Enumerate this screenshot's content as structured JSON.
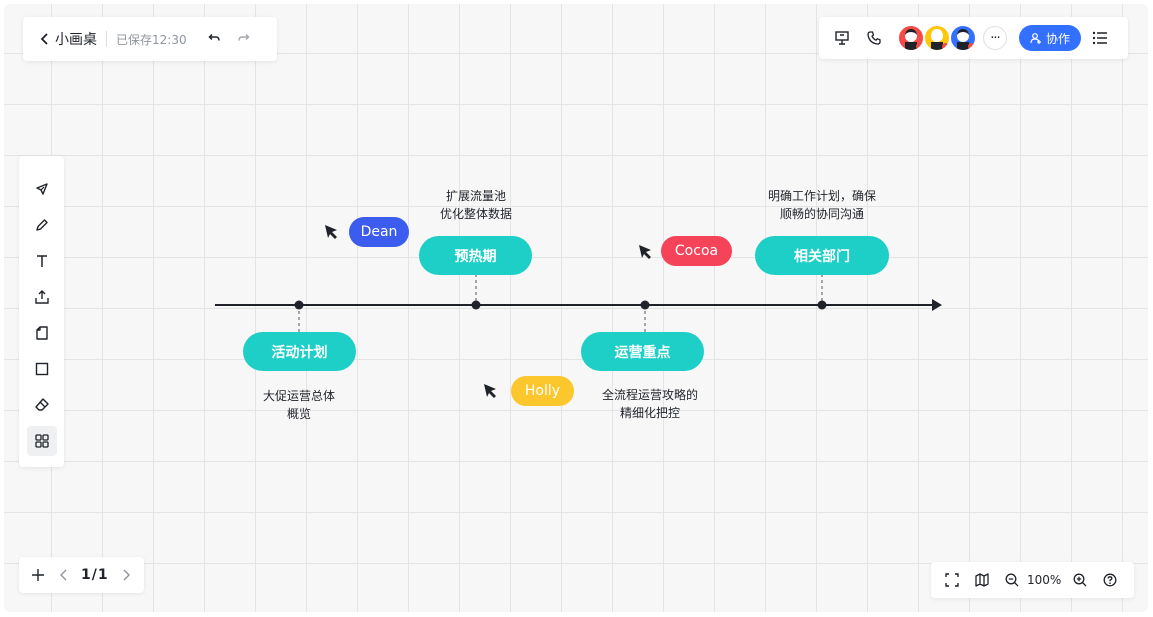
{
  "header": {
    "title": "小画桌",
    "saved_status": "已保存12:30"
  },
  "collab": {
    "cooperate_label": "协作",
    "more_label": "···",
    "avatars": [
      {
        "color": "#f54a45",
        "status": "#f54a45"
      },
      {
        "color": "#ffc60a",
        "status": "#f54a45"
      },
      {
        "color": "#3370ff",
        "status": "#f54a45"
      }
    ]
  },
  "toolbar": {
    "tools": [
      "select",
      "pen",
      "text",
      "upload",
      "sticky-note",
      "shape",
      "eraser",
      "more"
    ]
  },
  "pager": {
    "current": "1",
    "separator": "/",
    "total": "1"
  },
  "zoom": {
    "level": "100%"
  },
  "timeline": {
    "nodes": [
      {
        "label": "活动计划",
        "position": "below",
        "desc_line1": "大促运营总体",
        "desc_line2": "概览"
      },
      {
        "label": "预热期",
        "position": "above",
        "desc_line1": "扩展流量池",
        "desc_line2": "优化整体数据"
      },
      {
        "label": "运营重点",
        "position": "below",
        "desc_line1": "全流程运营攻略的",
        "desc_line2": "精细化把控"
      },
      {
        "label": "相关部门",
        "position": "above",
        "desc_line1": "明确工作计划，确保",
        "desc_line2": "顺畅的协同沟通"
      }
    ],
    "node_color": "#1ecfc7"
  },
  "cursors": [
    {
      "name": "Dean",
      "color": "#3c5cf0"
    },
    {
      "name": "Cocoa",
      "color": "#f5445a"
    },
    {
      "name": "Holly",
      "color": "#fcc72c"
    }
  ]
}
